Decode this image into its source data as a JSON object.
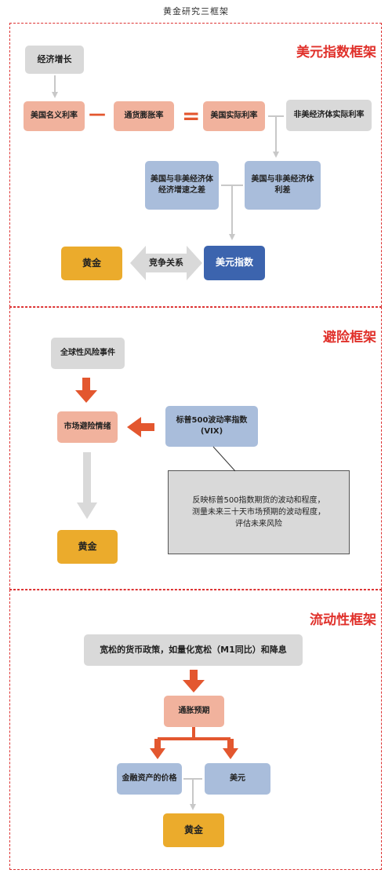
{
  "title": "黄金研究三框架",
  "usd": {
    "title": "美元指数框架",
    "growth": "经济增长",
    "nominal": "美国名义利率",
    "minus": "—",
    "inflation": "通货膨胀率",
    "equals": "=",
    "real": "美国实际利率",
    "nonus_real": "非美经济体实际利率",
    "growth_diff": "美国与非美经济体\n经济增速之差",
    "rate_diff": "美国与非美经济体\n利差",
    "gold": "黄金",
    "competition": "竞争关系",
    "dxy": "美元指数"
  },
  "hedge": {
    "title": "避险框架",
    "event": "全球性风险事件",
    "sentiment": "市场避险情绪",
    "vix": "标普500波动率指数\n(VIX)",
    "note": "反映标普500指数期货的波动和程度，\n测量未来三十天市场预期的波动程度，\n评估未来风险",
    "gold": "黄金"
  },
  "liquidity": {
    "title": "流动性框架",
    "policy": "宽松的货币政策，如量化宽松（M1同比）和降息",
    "inflation_exp": "通胀预期",
    "financial": "金融资产的价格",
    "usd": "美元",
    "gold": "黄金"
  }
}
